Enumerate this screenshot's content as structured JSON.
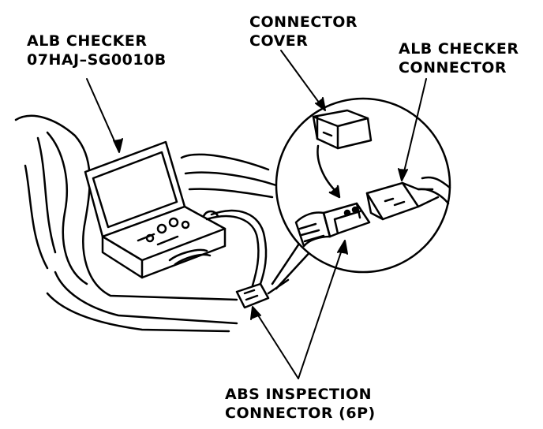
{
  "labels": {
    "alb_checker": {
      "line1": "ALB CHECKER",
      "line2": "07HAJ–SG0010B"
    },
    "connector_cover": {
      "line1": "CONNECTOR",
      "line2": "COVER"
    },
    "alb_checker_connector": {
      "line1": "ALB CHECKER",
      "line2": "CONNECTOR"
    },
    "abs_inspection_connector": {
      "line1": "ABS INSPECTION",
      "line2": "CONNECTOR (6P)"
    }
  },
  "colors": {
    "ink": "#000000",
    "paper": "#ffffff"
  }
}
